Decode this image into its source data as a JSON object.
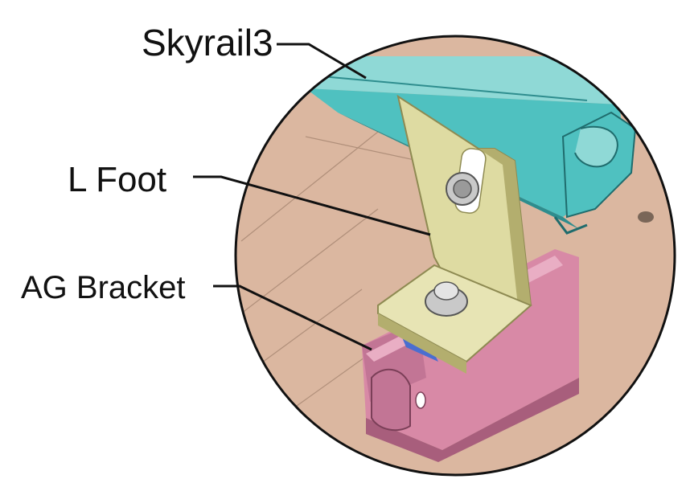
{
  "labels": {
    "skyrail": "Skyrail3",
    "lfoot": "L Foot",
    "ag_bracket": "AG Bracket"
  },
  "colors": {
    "surface": "#dbb7a0",
    "rail": "#4fc1c0",
    "rail_dark": "#2e8d8e",
    "lfoot": "#dedba2",
    "lfoot_dark": "#b3ae6e",
    "bracket": "#d889a6",
    "bracket_dark": "#a85e7c",
    "bolt": "#c9c9c9",
    "washer_blue": "#4a6ed0",
    "outline": "#111111"
  }
}
